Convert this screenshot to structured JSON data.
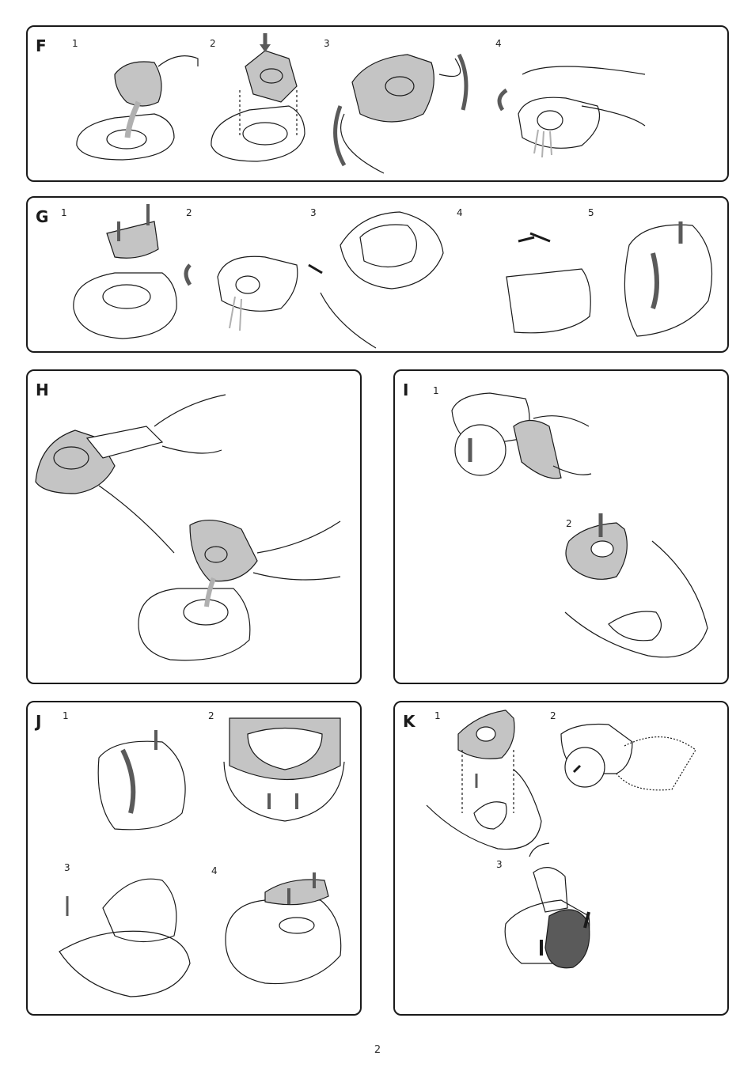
{
  "panels": {
    "F": {
      "label": "F",
      "steps": [
        "1",
        "2",
        "3",
        "4"
      ]
    },
    "G": {
      "label": "G",
      "steps": [
        "1",
        "2",
        "3",
        "4",
        "5"
      ]
    },
    "H": {
      "label": "H"
    },
    "I": {
      "label": "I",
      "steps": [
        "1",
        "2"
      ]
    },
    "J": {
      "label": "J",
      "steps": [
        "1",
        "2",
        "3",
        "4"
      ]
    },
    "K": {
      "label": "K",
      "steps": [
        "1",
        "2",
        "3"
      ]
    }
  },
  "colors": {
    "line": "#1a1a1a",
    "fill_grey": "#c4c4c4",
    "arrow_grey": "#5a5a5a",
    "water": "#b0b0b0"
  },
  "page_number": "2"
}
